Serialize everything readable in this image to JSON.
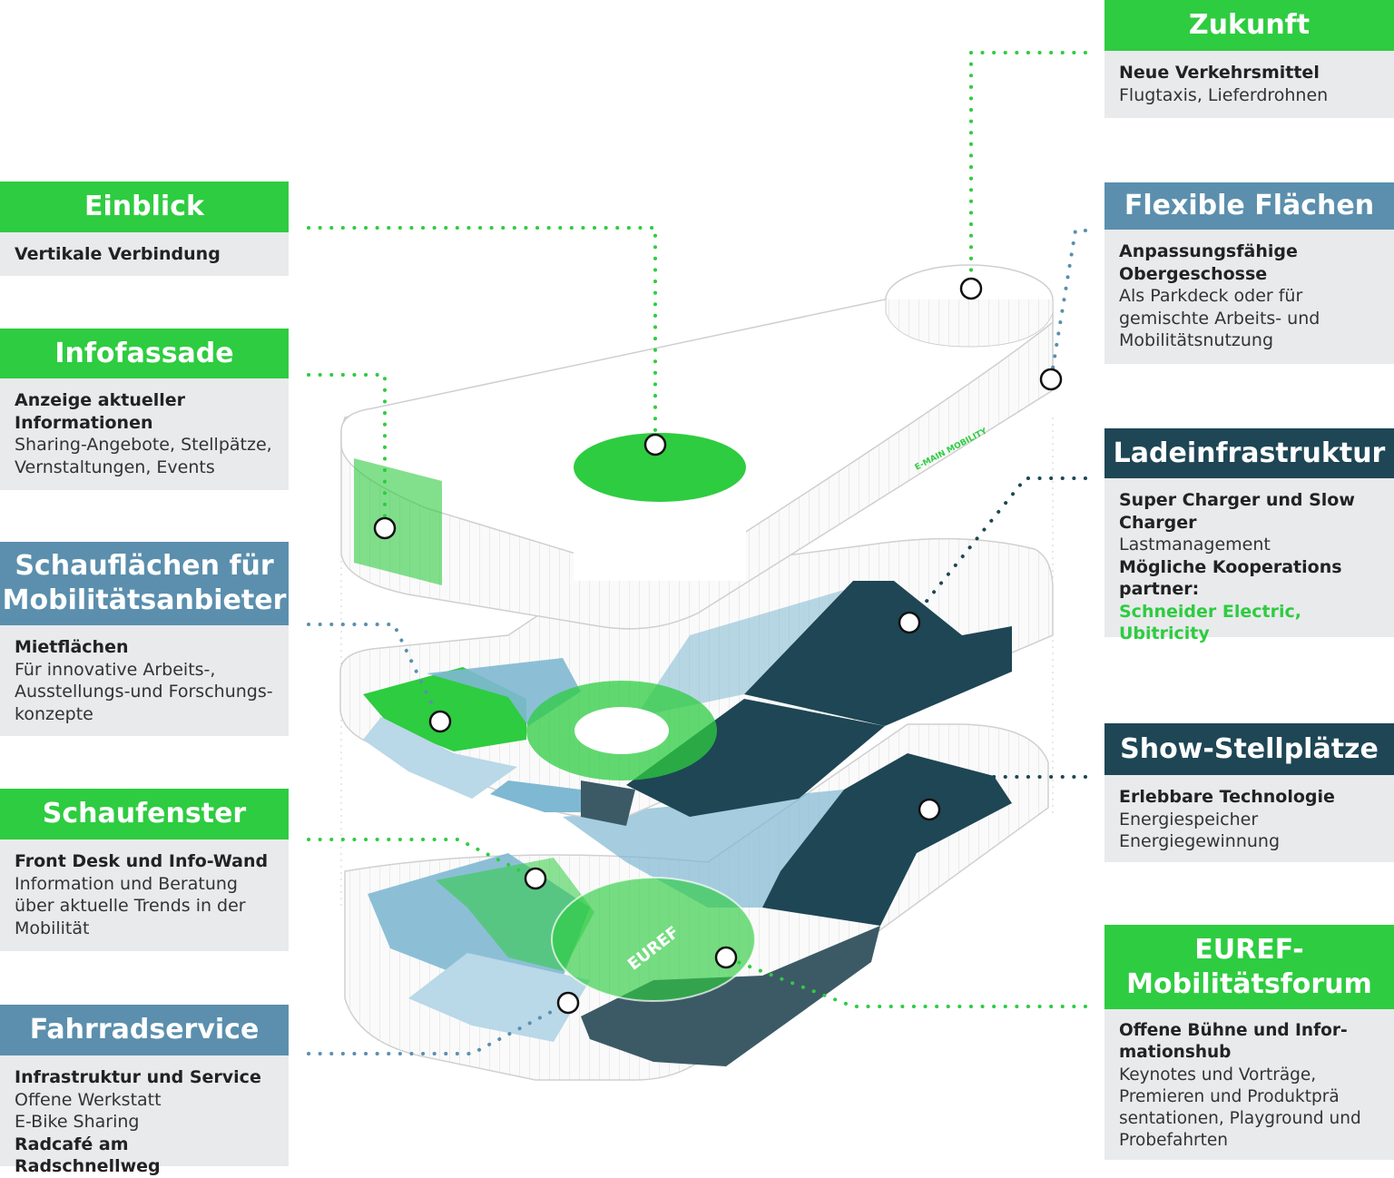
{
  "colors": {
    "green": "#2ecc40",
    "blue": "#5b8fad",
    "dark": "#1e4655",
    "panel": "#e9eaec"
  },
  "left": [
    {
      "title": "Einblick",
      "lines": [
        {
          "t": "Vertikale Verbindung",
          "bold": true
        }
      ]
    },
    {
      "title": "Infofassade",
      "lines": [
        {
          "t": "Anzeige aktueller",
          "bold": true
        },
        {
          "t": "Informationen",
          "bold": true
        },
        {
          "t": "Sharing-Angebote, Stellpätze,"
        },
        {
          "t": "Vernstaltungen, Events"
        }
      ]
    },
    {
      "title": "Schauflächen für Mobilitätsanbieter",
      "lines": [
        {
          "t": "Mietflächen",
          "bold": true
        },
        {
          "t": "Für innovative Arbeits-,"
        },
        {
          "t": "Ausstellungs-und Forschungs-"
        },
        {
          "t": "konzepte"
        }
      ]
    },
    {
      "title": "Schaufenster",
      "lines": [
        {
          "t": "Front Desk und Info-Wand",
          "bold": true
        },
        {
          "t": "Information und Beratung"
        },
        {
          "t": "über aktuelle Trends in der"
        },
        {
          "t": "Mobilität"
        }
      ]
    },
    {
      "title": "Fahrradservice",
      "lines": [
        {
          "t": "Infrastruktur und Service",
          "bold": true
        },
        {
          "t": "Offene Werkstatt"
        },
        {
          "t": "E-Bike Sharing"
        },
        {
          "t": "Radcafé am Radschnellweg",
          "bold": true
        }
      ]
    }
  ],
  "right": [
    {
      "title": "Zukunft",
      "lines": [
        {
          "t": "Neue Verkehrsmittel",
          "bold": true
        },
        {
          "t": "Flugtaxis, Lieferdrohnen"
        }
      ]
    },
    {
      "title": "Flexible Flächen",
      "lines": [
        {
          "t": "Anpassungsfähige",
          "bold": true
        },
        {
          "t": "Obergeschosse",
          "bold": true
        },
        {
          "t": "Als Parkdeck oder für"
        },
        {
          "t": "gemischte Arbeits- und"
        },
        {
          "t": "Mobilitätsnutzung"
        }
      ]
    },
    {
      "title": "Ladeinfrastruktur",
      "lines": [
        {
          "t": "Super Charger und Slow",
          "bold": true
        },
        {
          "t": "Charger",
          "bold": true
        },
        {
          "t": "Lastmanagement"
        },
        {
          "t": "Mögliche Kooperations",
          "bold": true
        },
        {
          "t": "partner:",
          "bold": true
        },
        {
          "t": "Schneider Electric, Ubitricity",
          "green": true
        }
      ]
    },
    {
      "title": "Show-Stellplätze",
      "lines": [
        {
          "t": "Erlebbare Technologie",
          "bold": true
        },
        {
          "t": "Energiespeicher"
        },
        {
          "t": "Energiegewinnung"
        }
      ]
    },
    {
      "title": "EUREF-\nMobilitätsforum",
      "lines": [
        {
          "t": "Offene Bühne und Infor-",
          "bold": true
        },
        {
          "t": "mationshub",
          "bold": true
        },
        {
          "t": "Keynotes und Vorträge,"
        },
        {
          "t": "Premieren und Produktprä"
        },
        {
          "t": "sentationen, Playground und"
        },
        {
          "t": "Probefahrten"
        }
      ]
    }
  ],
  "building": {
    "roof_sign": "E-MAIN MOBILITY",
    "euref_label": "EUREF"
  }
}
